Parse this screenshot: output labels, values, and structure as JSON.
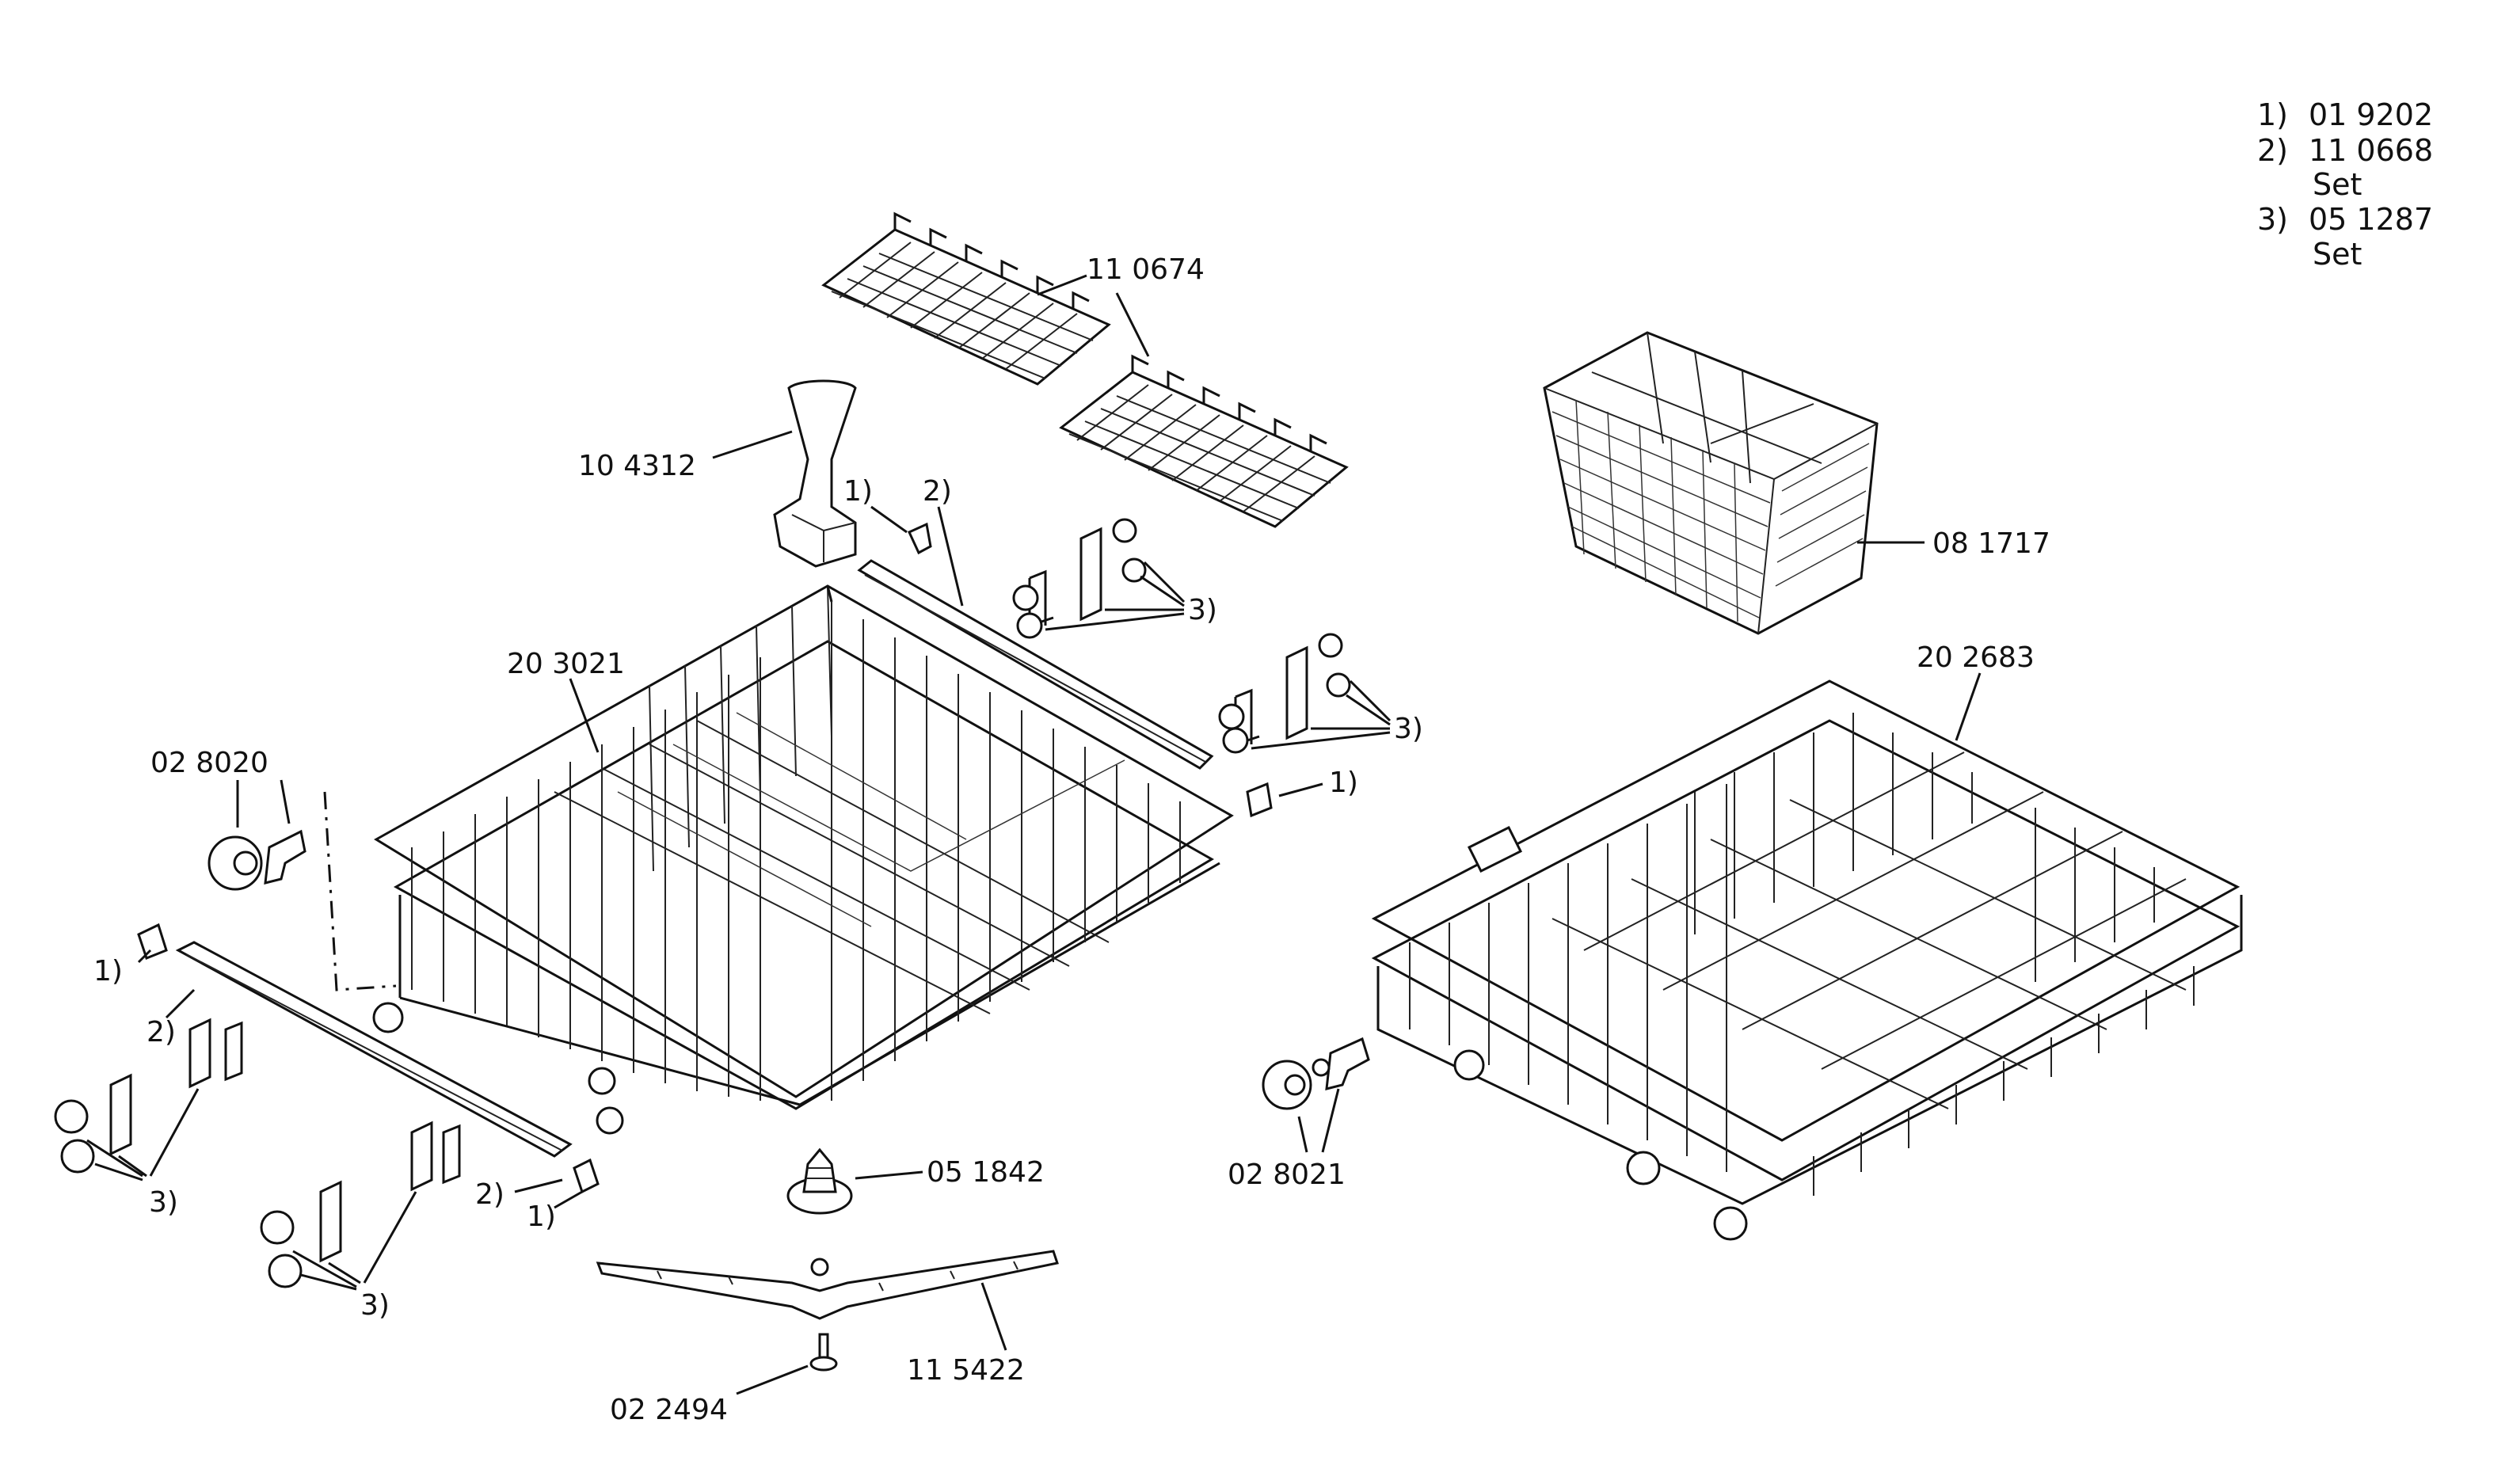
{
  "legend": [
    {
      "marker": "1)",
      "code": "01  9202",
      "note": ""
    },
    {
      "marker": "2)",
      "code": "11  0668",
      "note": "Set"
    },
    {
      "marker": "3)",
      "code": "05  1287",
      "note": "Set"
    }
  ],
  "parts": {
    "p110674": "11 0674",
    "p104312": "10 4312",
    "p081717": "08 1717",
    "p203021": "20 3021",
    "p202683": "20 2683",
    "p028020": "02 8020",
    "p028021": "02 8021",
    "p051842": "05 1842",
    "p115422": "11 5422",
    "p022494": "02 2494"
  },
  "refs": {
    "r1": "1)",
    "r2": "2)",
    "r3": "3)"
  }
}
